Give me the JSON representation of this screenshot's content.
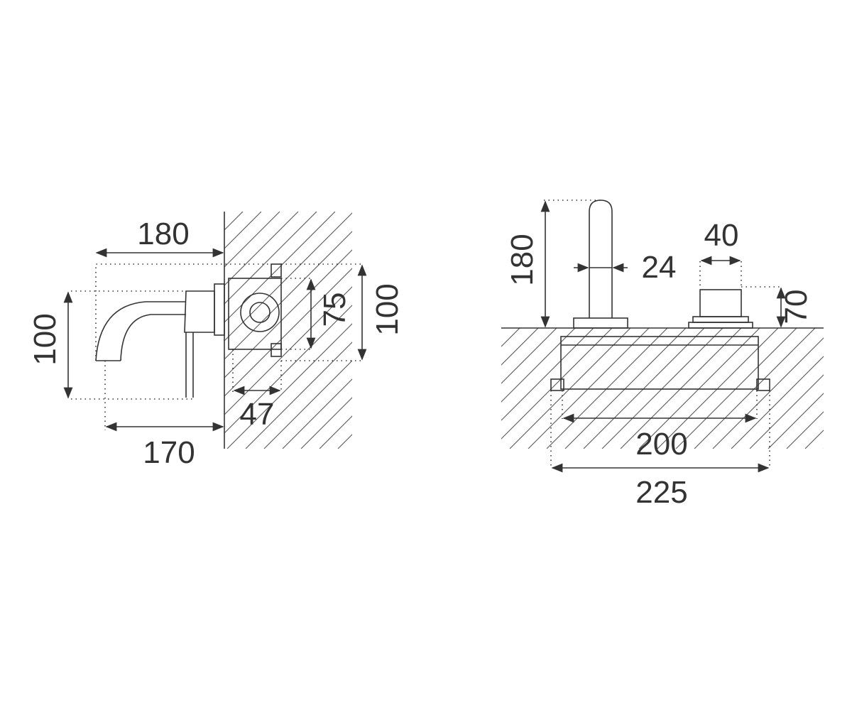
{
  "side_view": {
    "dim_top_width": "180",
    "dim_left_height": "100",
    "dim_bottom_width": "170",
    "dim_body_depth": "47",
    "dim_plate_inner": "75",
    "dim_plate_outer": "100"
  },
  "front_view": {
    "dim_spout_height": "180",
    "dim_spout_diameter": "24",
    "dim_handle_diameter": "40",
    "dim_handle_height": "70",
    "dim_body_width": "200",
    "dim_total_width": "225"
  },
  "colors": {
    "line": "#333333",
    "background": "#ffffff"
  }
}
